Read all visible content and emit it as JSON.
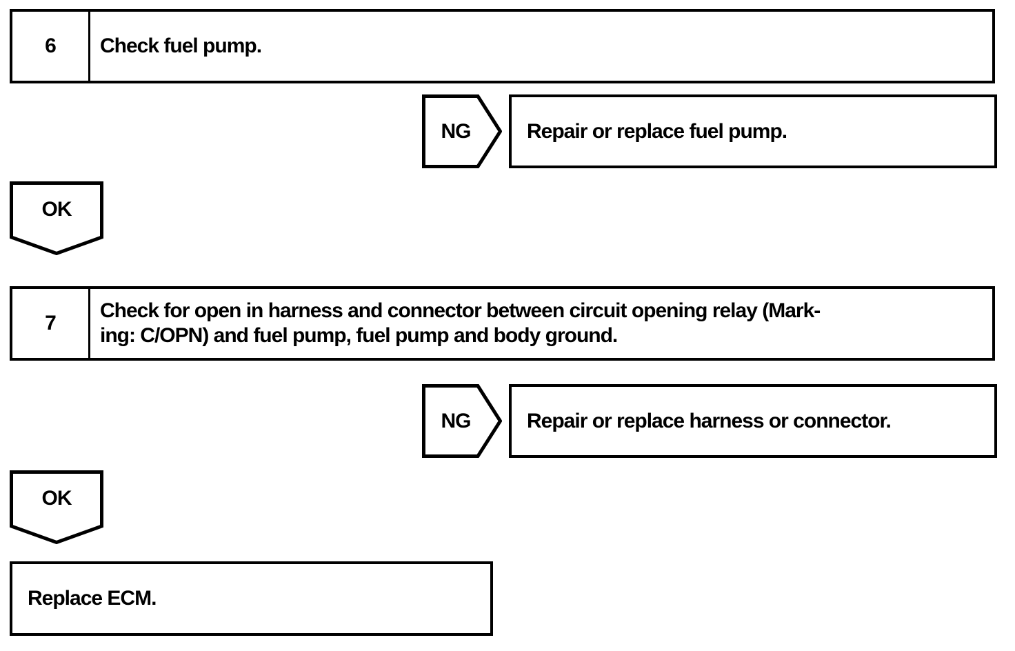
{
  "page": {
    "background_color": "#ffffff",
    "line_color": "#000000"
  },
  "flowchart": {
    "ng_label": "NG",
    "ok_label": "OK",
    "steps": [
      {
        "number": "6",
        "instruction": "Check fuel pump."
      },
      {
        "number": "7",
        "instruction": "Check for open in harness and connector between circuit opening relay (Mark-\ning: C/OPN) and fuel pump, fuel pump and body ground."
      }
    ],
    "ng_results": [
      "Repair or replace fuel pump.",
      "Repair or replace harness or connector."
    ],
    "final_action": "Replace ECM."
  }
}
